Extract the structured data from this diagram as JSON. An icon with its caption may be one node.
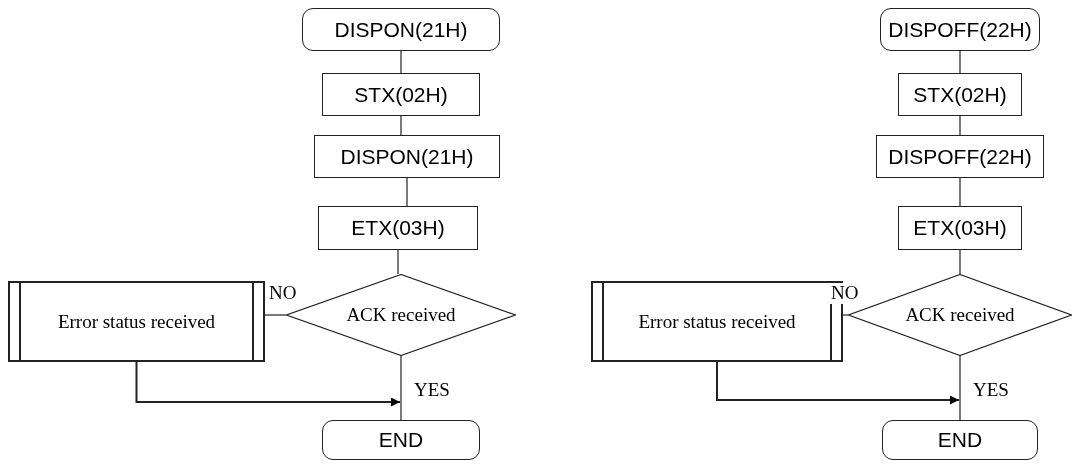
{
  "diagram": {
    "nodes": [
      {
        "text": [
          "DISPON(21H)"
        ]
      },
      {
        "text": [
          "STX(02H)"
        ]
      },
      {
        "text": [
          "DISPON(21H)"
        ]
      },
      {
        "text": [
          "ETX(03H)"
        ]
      },
      {
        "text": [
          "ACK received"
        ]
      },
      {
        "text": [
          "Error status received"
        ]
      },
      {
        "text": [
          "END"
        ]
      },
      {
        "text": [
          "DISPOFF(22H)"
        ]
      },
      {
        "text": [
          "STX(02H)"
        ]
      },
      {
        "text": [
          "DISPOFF(22H)"
        ]
      },
      {
        "text": [
          "ETX(03H)"
        ]
      },
      {
        "text": [
          "ACK received"
        ]
      },
      {
        "text": [
          "Error status received"
        ]
      },
      {
        "text": [
          "END"
        ]
      }
    ],
    "edges": [
      {
        "from": 0,
        "to": 1,
        "arrow": "none"
      },
      {
        "from": 1,
        "to": 2,
        "arrow": "none"
      },
      {
        "from": 2,
        "to": 3,
        "arrow": "none"
      },
      {
        "from": 3,
        "to": 4,
        "arrow": "none"
      },
      {
        "from": 4,
        "to": 5,
        "arrow": "none",
        "label": "NO"
      },
      {
        "from": 4,
        "to": 6,
        "arrow": "none",
        "label": "YES"
      },
      {
        "from": 5,
        "to": 6,
        "arrow": "to"
      },
      {
        "from": 7,
        "to": 8,
        "arrow": "none"
      },
      {
        "from": 8,
        "to": 9,
        "arrow": "none"
      },
      {
        "from": 9,
        "to": 10,
        "arrow": "none"
      },
      {
        "from": 10,
        "to": 11,
        "arrow": "none"
      },
      {
        "from": 11,
        "to": 12,
        "arrow": "none",
        "label": "NO"
      },
      {
        "from": 11,
        "to": 13,
        "arrow": "none",
        "label": "YES"
      },
      {
        "from": 12,
        "to": 13,
        "arrow": "to"
      }
    ]
  }
}
